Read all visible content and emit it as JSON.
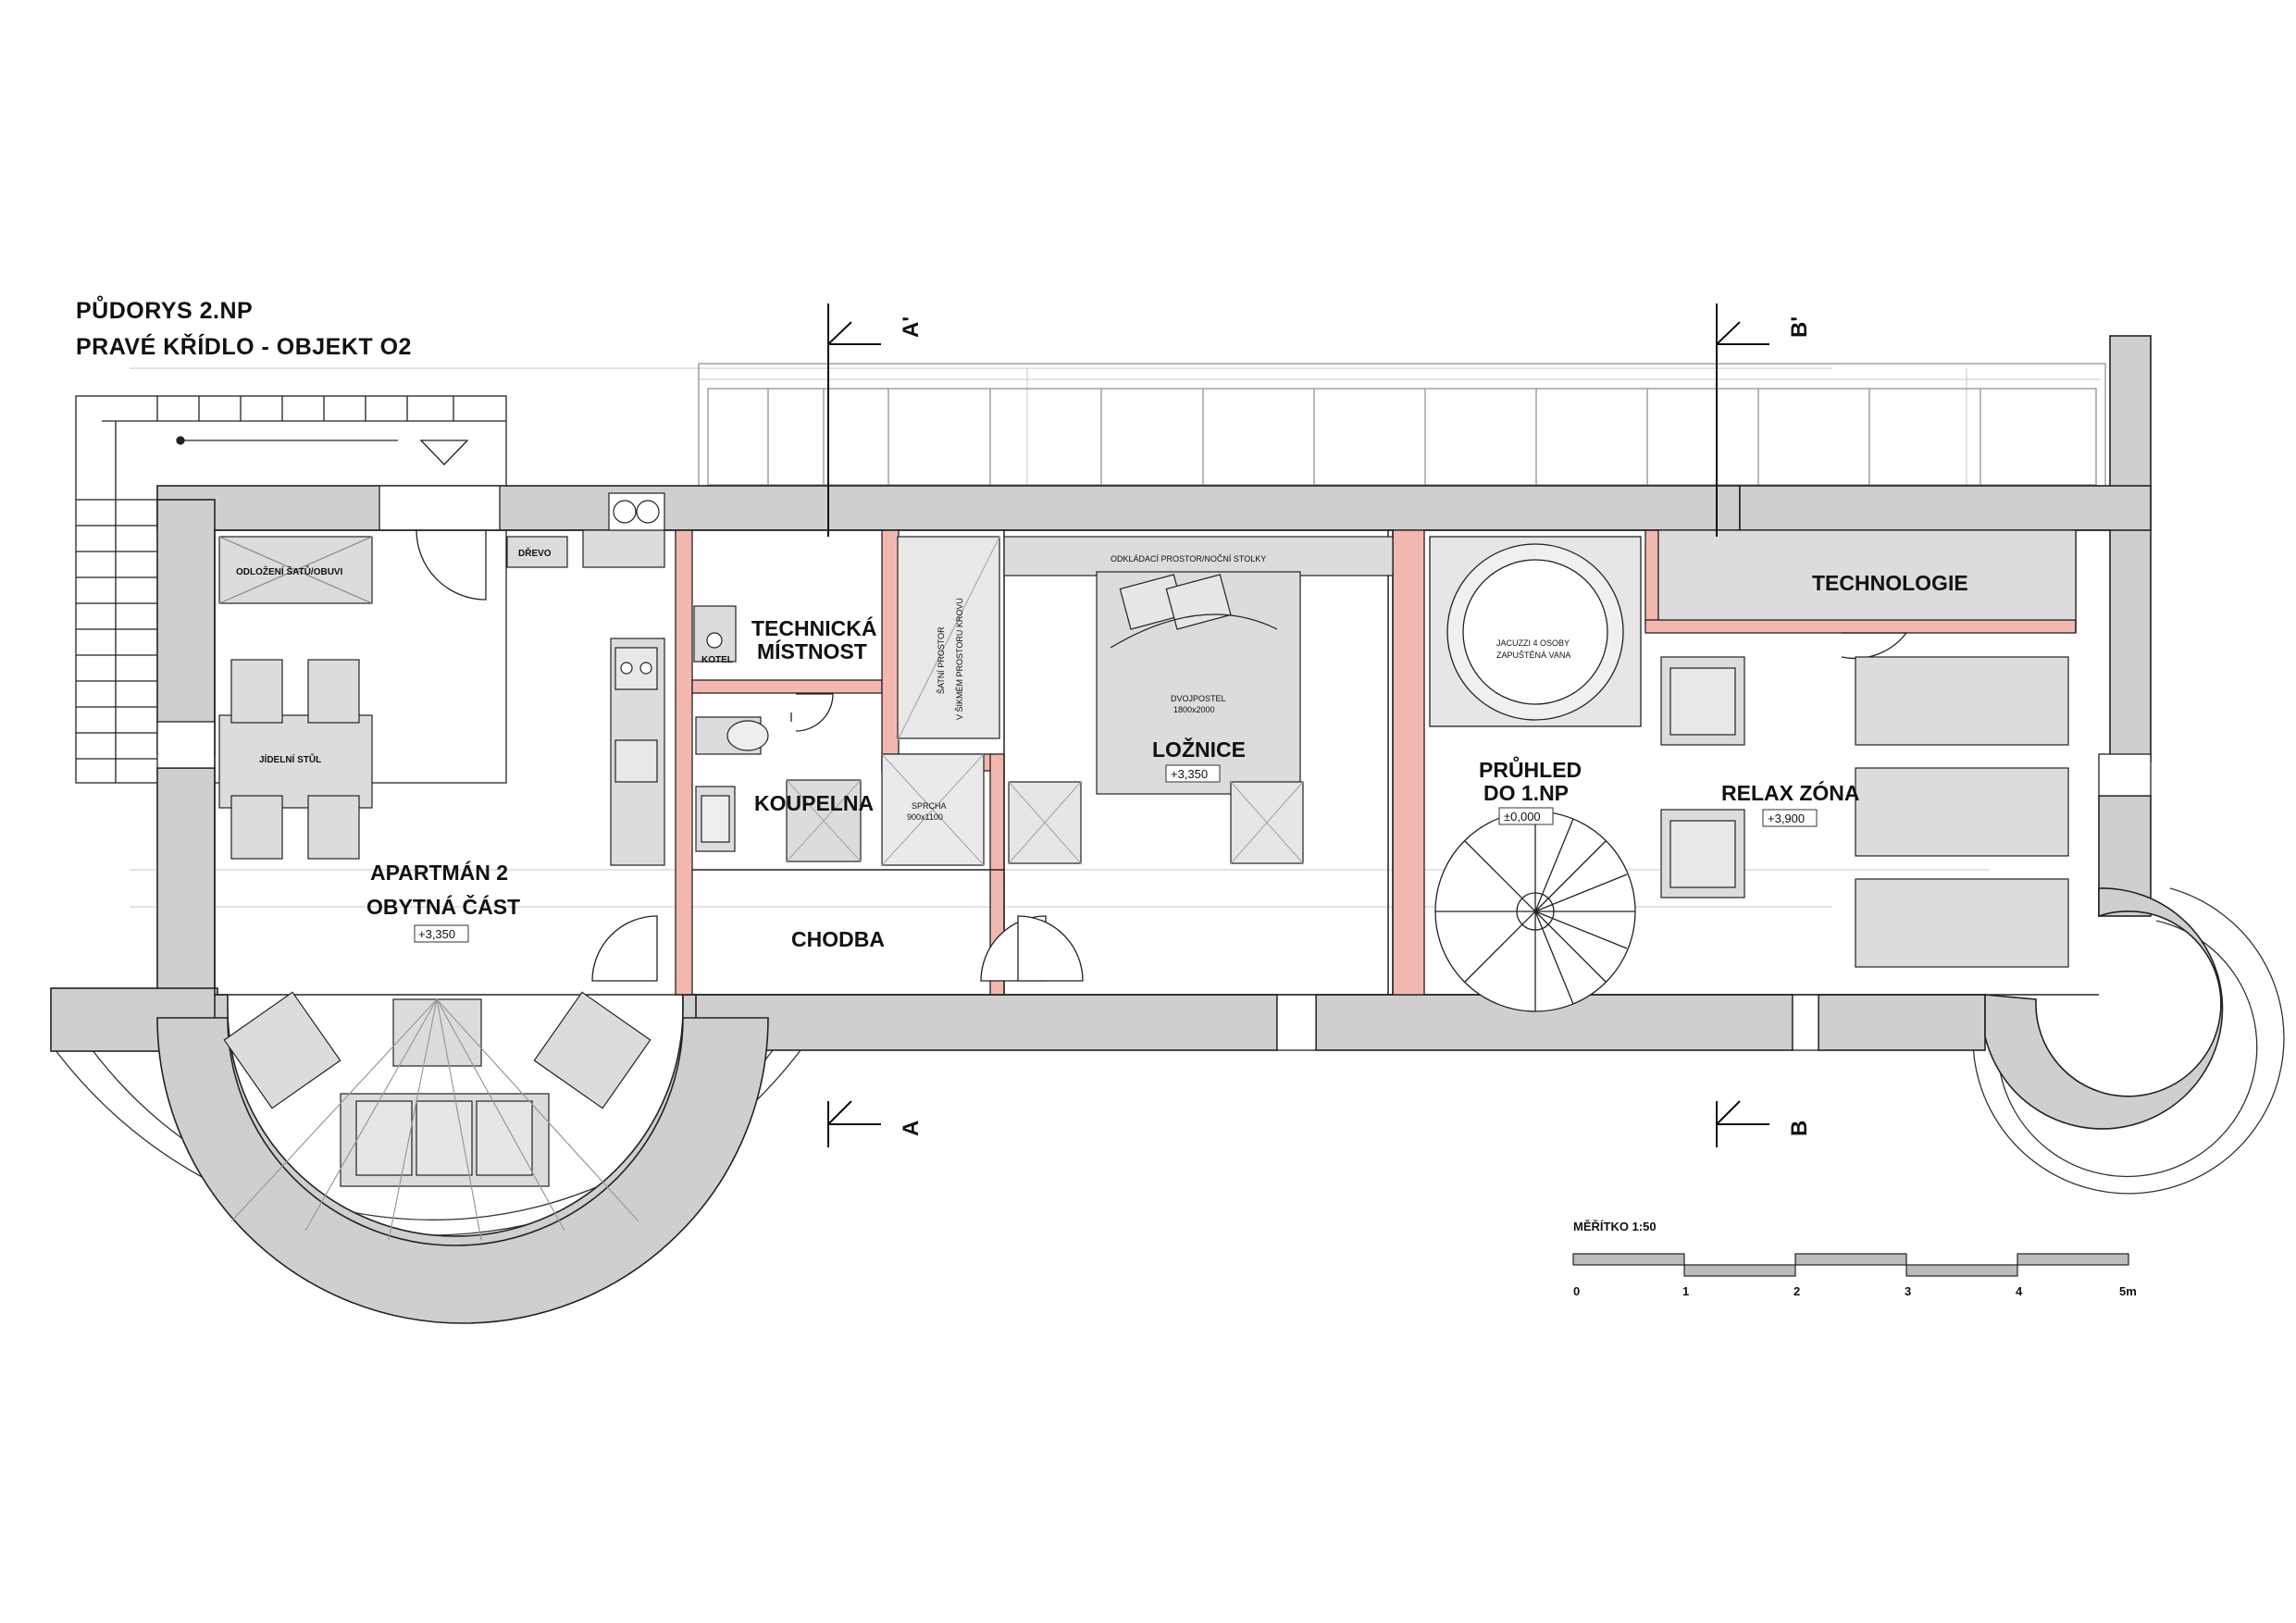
{
  "header": {
    "title": "PŮDORYS 2.NP",
    "subtitle": "PRAVÉ KŘÍDLO - OBJEKT O2"
  },
  "sections": {
    "a_top": "A'",
    "a_bottom": "A",
    "b_top": "B'",
    "b_bottom": "B"
  },
  "rooms": {
    "apartment_line1": "APARTMÁN 2",
    "apartment_line2": "OBYTNÁ ČÁST",
    "apartment_level": "+3,350",
    "technical_line1": "TECHNICKÁ",
    "technical_line2": "MÍSTNOST",
    "bathroom": "KOUPELNA",
    "corridor": "CHODBA",
    "bedroom": "LOŽNICE",
    "bedroom_level": "+3,350",
    "view_line1": "PRŮHLED",
    "view_line2": "DO 1.NP",
    "view_level": "±0,000",
    "technology": "TECHNOLOGIE",
    "relax": "RELAX ZÓNA",
    "relax_level": "+3,900"
  },
  "furniture": {
    "wardrobe": "ODLOŽENÍ ŠATŮ/OBUVI",
    "wood": "DŘEVO",
    "dining": "JÍDELNÍ STŮL",
    "boiler": "KOTEL",
    "shower_line1": "SPRCHA",
    "shower_line2": "900x1100",
    "attic_line1": "ŠATNÍ PROSTOR",
    "attic_line2": "V ŠIKMÉM PROSTORU KROVU",
    "storage": "ODKLÁDACÍ PROSTOR/NOČNÍ STOLKY",
    "bed_line1": "DVOJPOSTEL",
    "bed_line2": "1800x2000",
    "jacuzzi_line1": "JACUZZI 4 OSOBY",
    "jacuzzi_line2": "ZAPUŠTĚNÁ VANA"
  },
  "scale_bar": {
    "title": "MĚŘÍTKO 1:50",
    "ticks": [
      "0",
      "1",
      "2",
      "3",
      "4",
      "5m"
    ]
  },
  "colors": {
    "wall": "#cfcfcf",
    "new_wall": "#f2b8b0",
    "furniture": "#e2e2e2",
    "line": "#222222"
  }
}
